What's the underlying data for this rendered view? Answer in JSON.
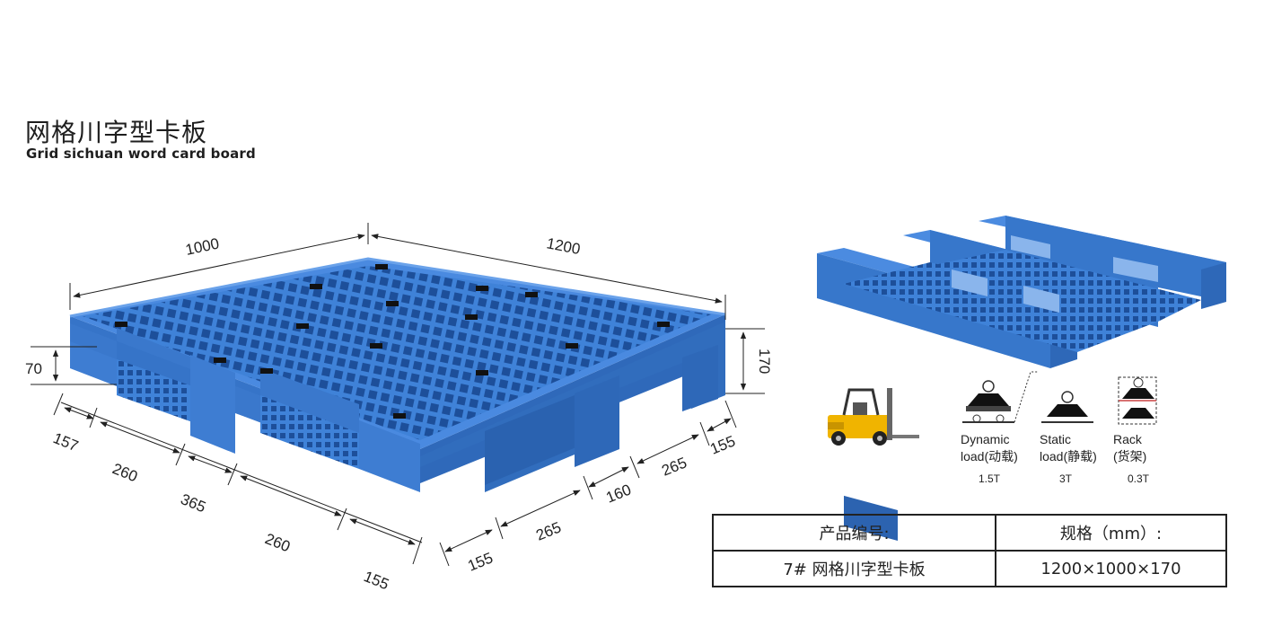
{
  "title": {
    "cn": "网格川字型卡板",
    "en": "Grid sichuan word card board"
  },
  "dimensions": {
    "width_top": "1000",
    "length_top": "1200",
    "entry_height": "70",
    "total_height": "170",
    "left_side": [
      "157",
      "260",
      "365",
      "260",
      "155"
    ],
    "right_side": [
      "155",
      "265",
      "160",
      "265",
      "155"
    ]
  },
  "loads": [
    {
      "name": "Dynamic",
      "sub": "load(动载)",
      "value": "1.5T",
      "icon": "dynamic-load-icon"
    },
    {
      "name": "Static",
      "sub": "load(静载)",
      "value": "3T",
      "icon": "static-load-icon"
    },
    {
      "name": "Rack",
      "sub": "(货架)",
      "value": "0.3T",
      "icon": "rack-load-icon"
    }
  ],
  "table": {
    "headers": [
      "产品编号:",
      "规格（mm）:"
    ],
    "rows": [
      [
        "7# 网格川字型卡板",
        "1200×1000×170"
      ]
    ]
  },
  "colors": {
    "pallet_blue": "#3d7fd6",
    "pallet_dark": "#2459a8",
    "forklift_yellow": "#f0b400"
  }
}
